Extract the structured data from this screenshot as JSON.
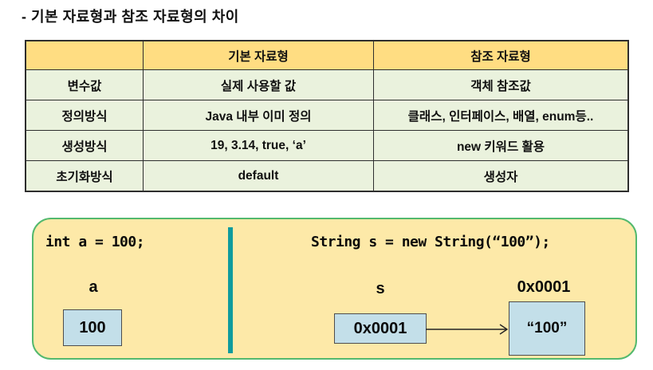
{
  "title": "- 기본 자료형과 참조 자료형의 차이",
  "table": {
    "headers": [
      "",
      "기본 자료형",
      "참조 자료형"
    ],
    "rows": [
      {
        "label": "변수값",
        "primitive": "실제 사용할 값",
        "reference": "객체 참조값"
      },
      {
        "label": "정의방식",
        "primitive": "Java 내부 이미 정의",
        "reference": "클래스, 인터페이스, 배열, enum등.."
      },
      {
        "label": "생성방식",
        "primitive": "19, 3.14, true, ‘a’",
        "reference": "new 키워드 활용"
      },
      {
        "label": "초기화방식",
        "primitive": "default",
        "reference": "생성자"
      }
    ]
  },
  "diagram": {
    "primitive": {
      "code": "int a = 100;",
      "var_label": "a",
      "box_value": "100"
    },
    "reference": {
      "code": "String s = new String(“100”);",
      "var_label": "s",
      "address_label": "0x0001",
      "ref_box_value": "0x0001",
      "obj_box_value": "“100”"
    }
  },
  "colors": {
    "table_header_bg": "#ffdd82",
    "table_row_bg": "#eaf2dd",
    "table_border": "#2e2e2e",
    "panel_bg": "#fde9a8",
    "panel_border": "#53b96e",
    "divider": "#0f9b9d",
    "memory_box_bg": "#c3dfe9",
    "memory_box_border": "#4d4d4d"
  }
}
